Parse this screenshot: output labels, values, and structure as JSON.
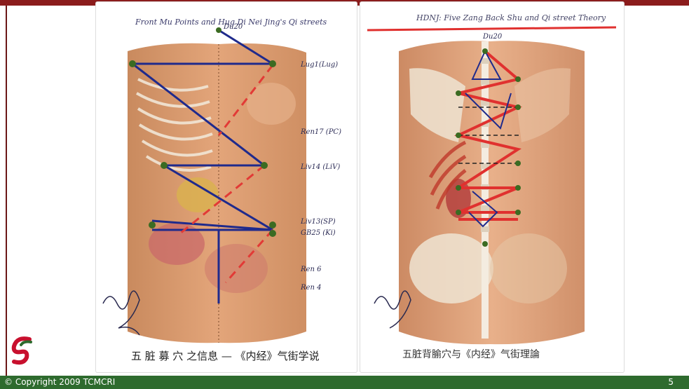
{
  "footer": {
    "copyright": "© Copyright 2009 TCMCRI",
    "page_number": "5"
  },
  "left_photo": {
    "title": "Front Mu Points and Hug Di Nei Jing's Qi streets",
    "top_point": "Du20",
    "labels": [
      "Lug1(Lug)",
      "Ren17 (PC)",
      "Liv14 (LiV)",
      "Liv13(SP)",
      "GB25 (Ki)",
      "Ren 6",
      "Ren 4"
    ],
    "caption": "五 脏 募 穴 之信息 — 《内经》气街学说"
  },
  "right_photo": {
    "title": "HDNJ: Five Zang Back Shu and Qi street Theory",
    "top_point": "Du20",
    "caption": "五脏背腧穴与《内经》气街理論"
  },
  "colors": {
    "top_bar": "#8b1c1c",
    "footer": "#2e6b2e",
    "blue_line": "#1f2a8c",
    "red_line": "#e0312f",
    "dash_line": "#e23a36"
  },
  "icons": {
    "logo": "tcmcri-logo-icon"
  }
}
